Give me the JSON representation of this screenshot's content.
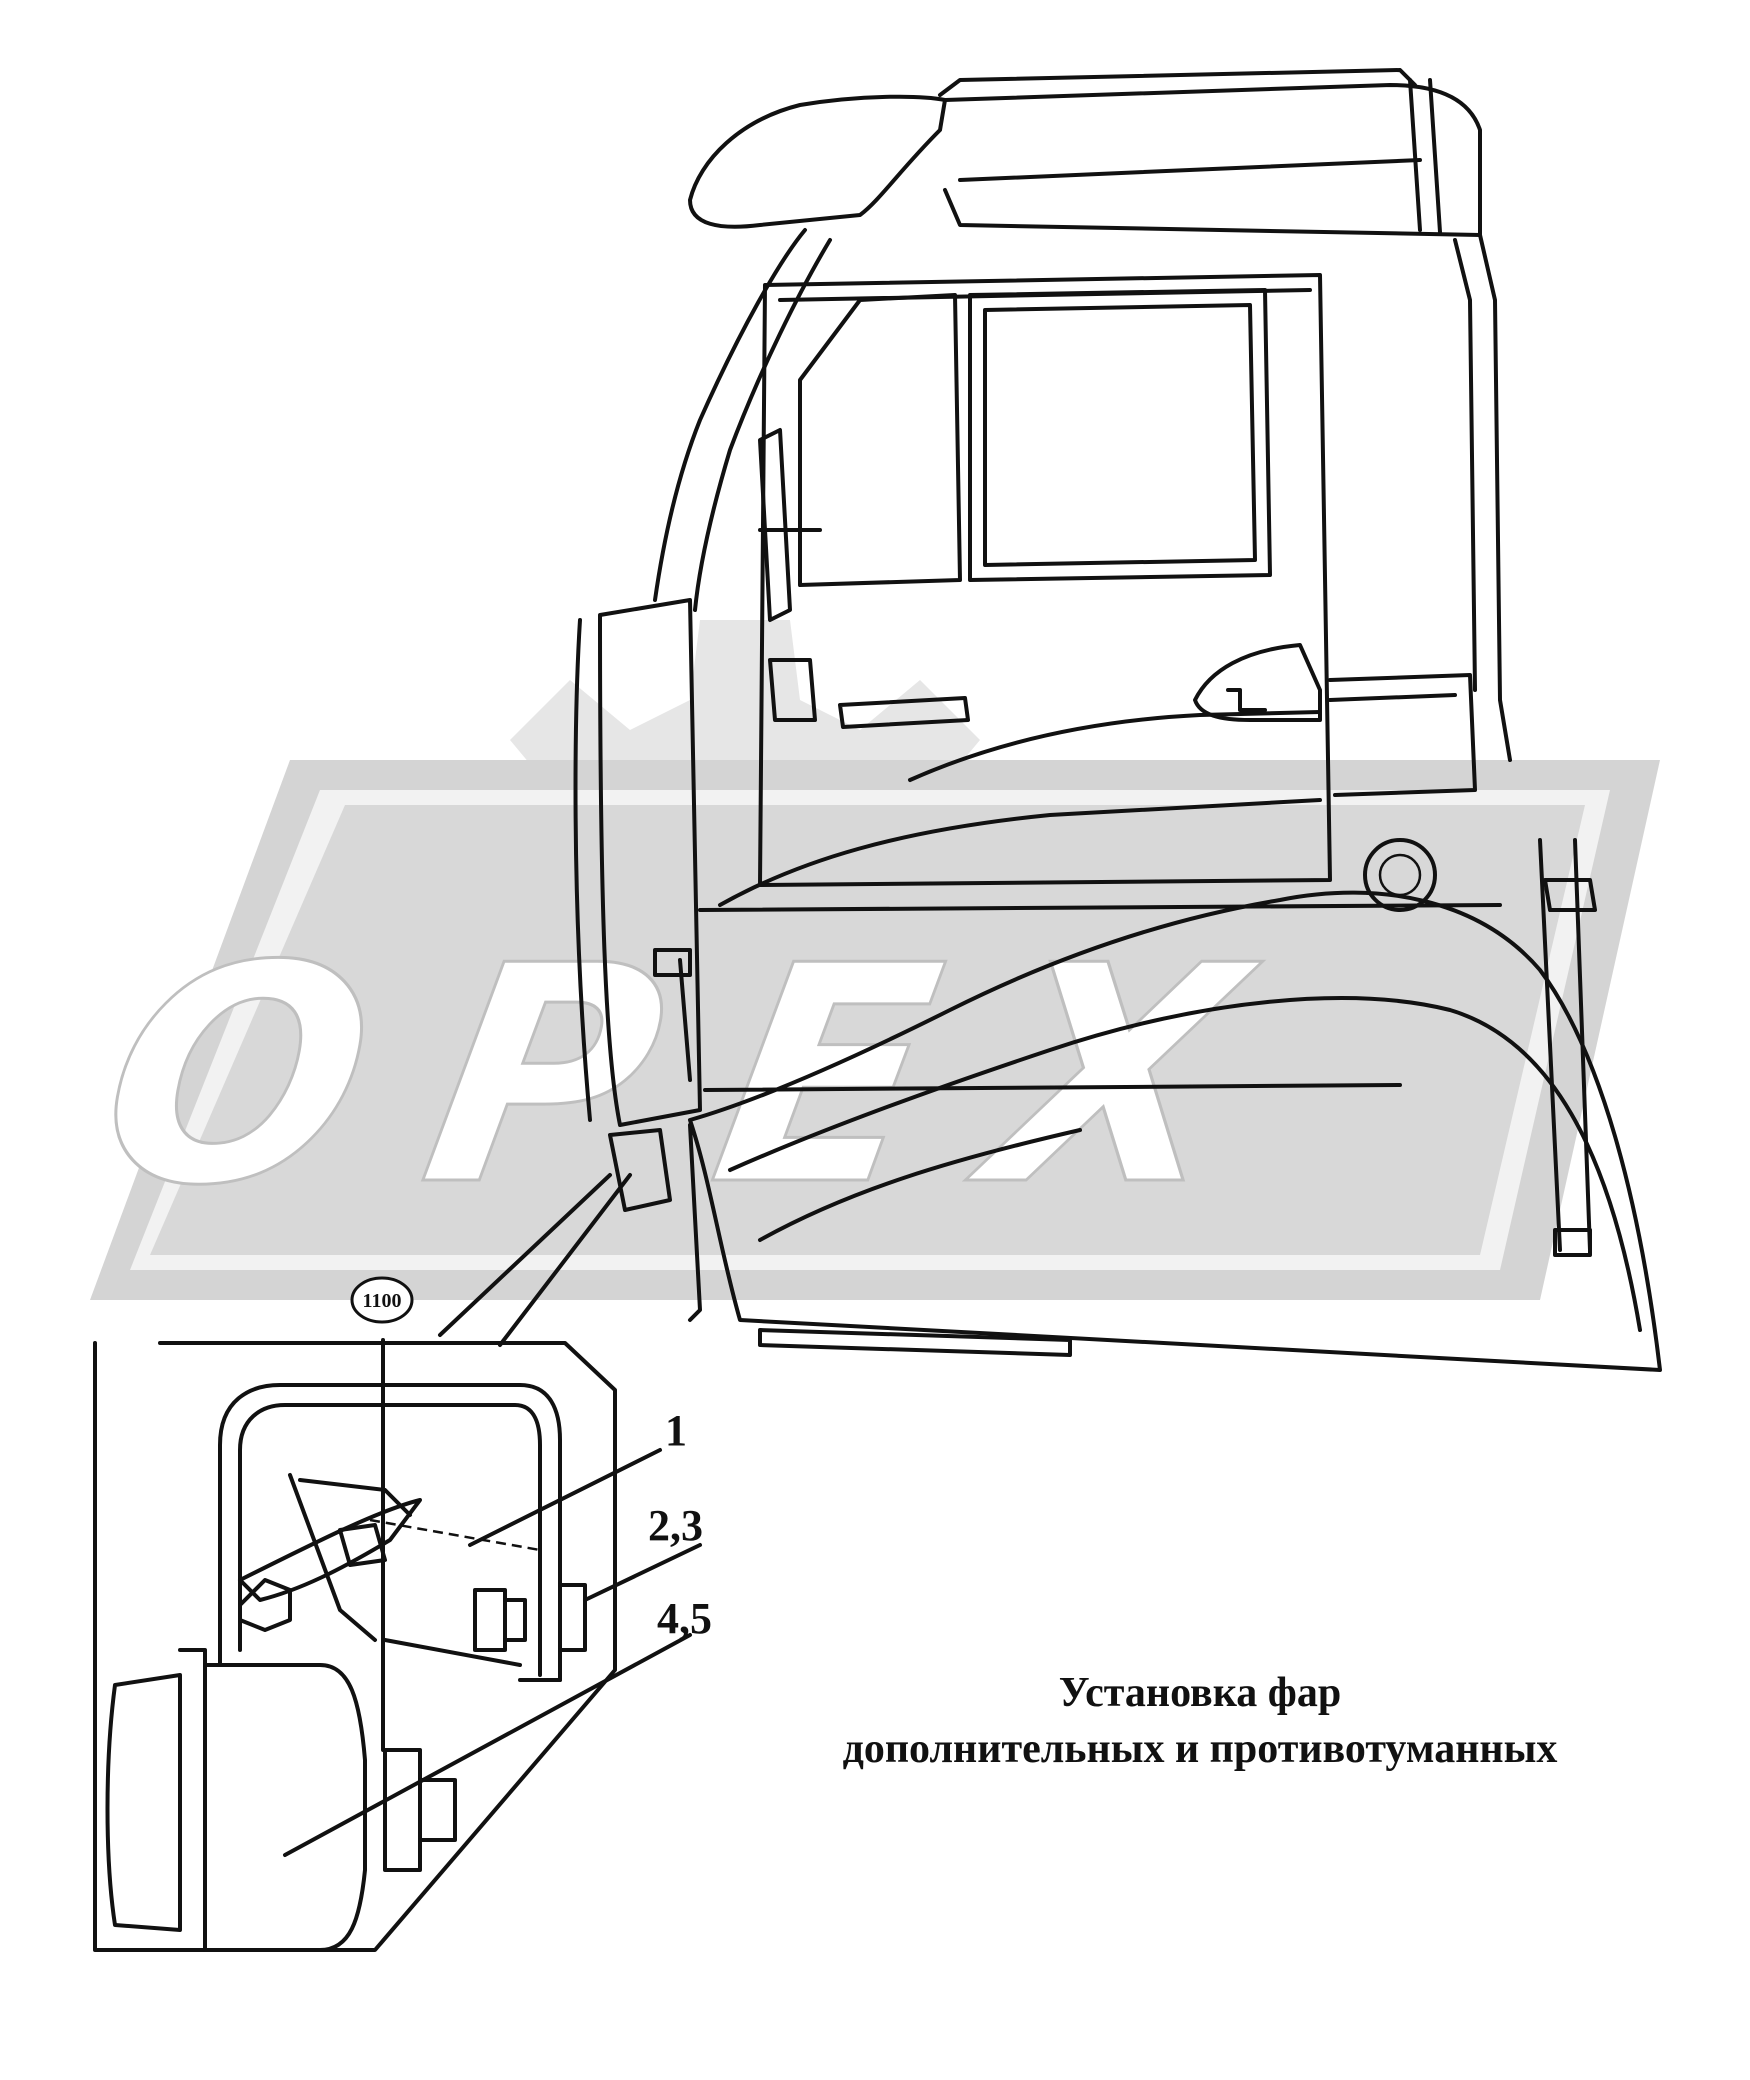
{
  "watermark": {
    "text": "OPEX",
    "color": "#d4d4d4"
  },
  "drawing": {
    "reference_badge": "1100",
    "callouts": [
      {
        "id": "1",
        "label": "1"
      },
      {
        "id": "2-3",
        "label": "2,3"
      },
      {
        "id": "4-5",
        "label": "4,5"
      }
    ]
  },
  "caption": {
    "line1": "Установка фар",
    "line2": "дополнительных и противотуманных"
  }
}
